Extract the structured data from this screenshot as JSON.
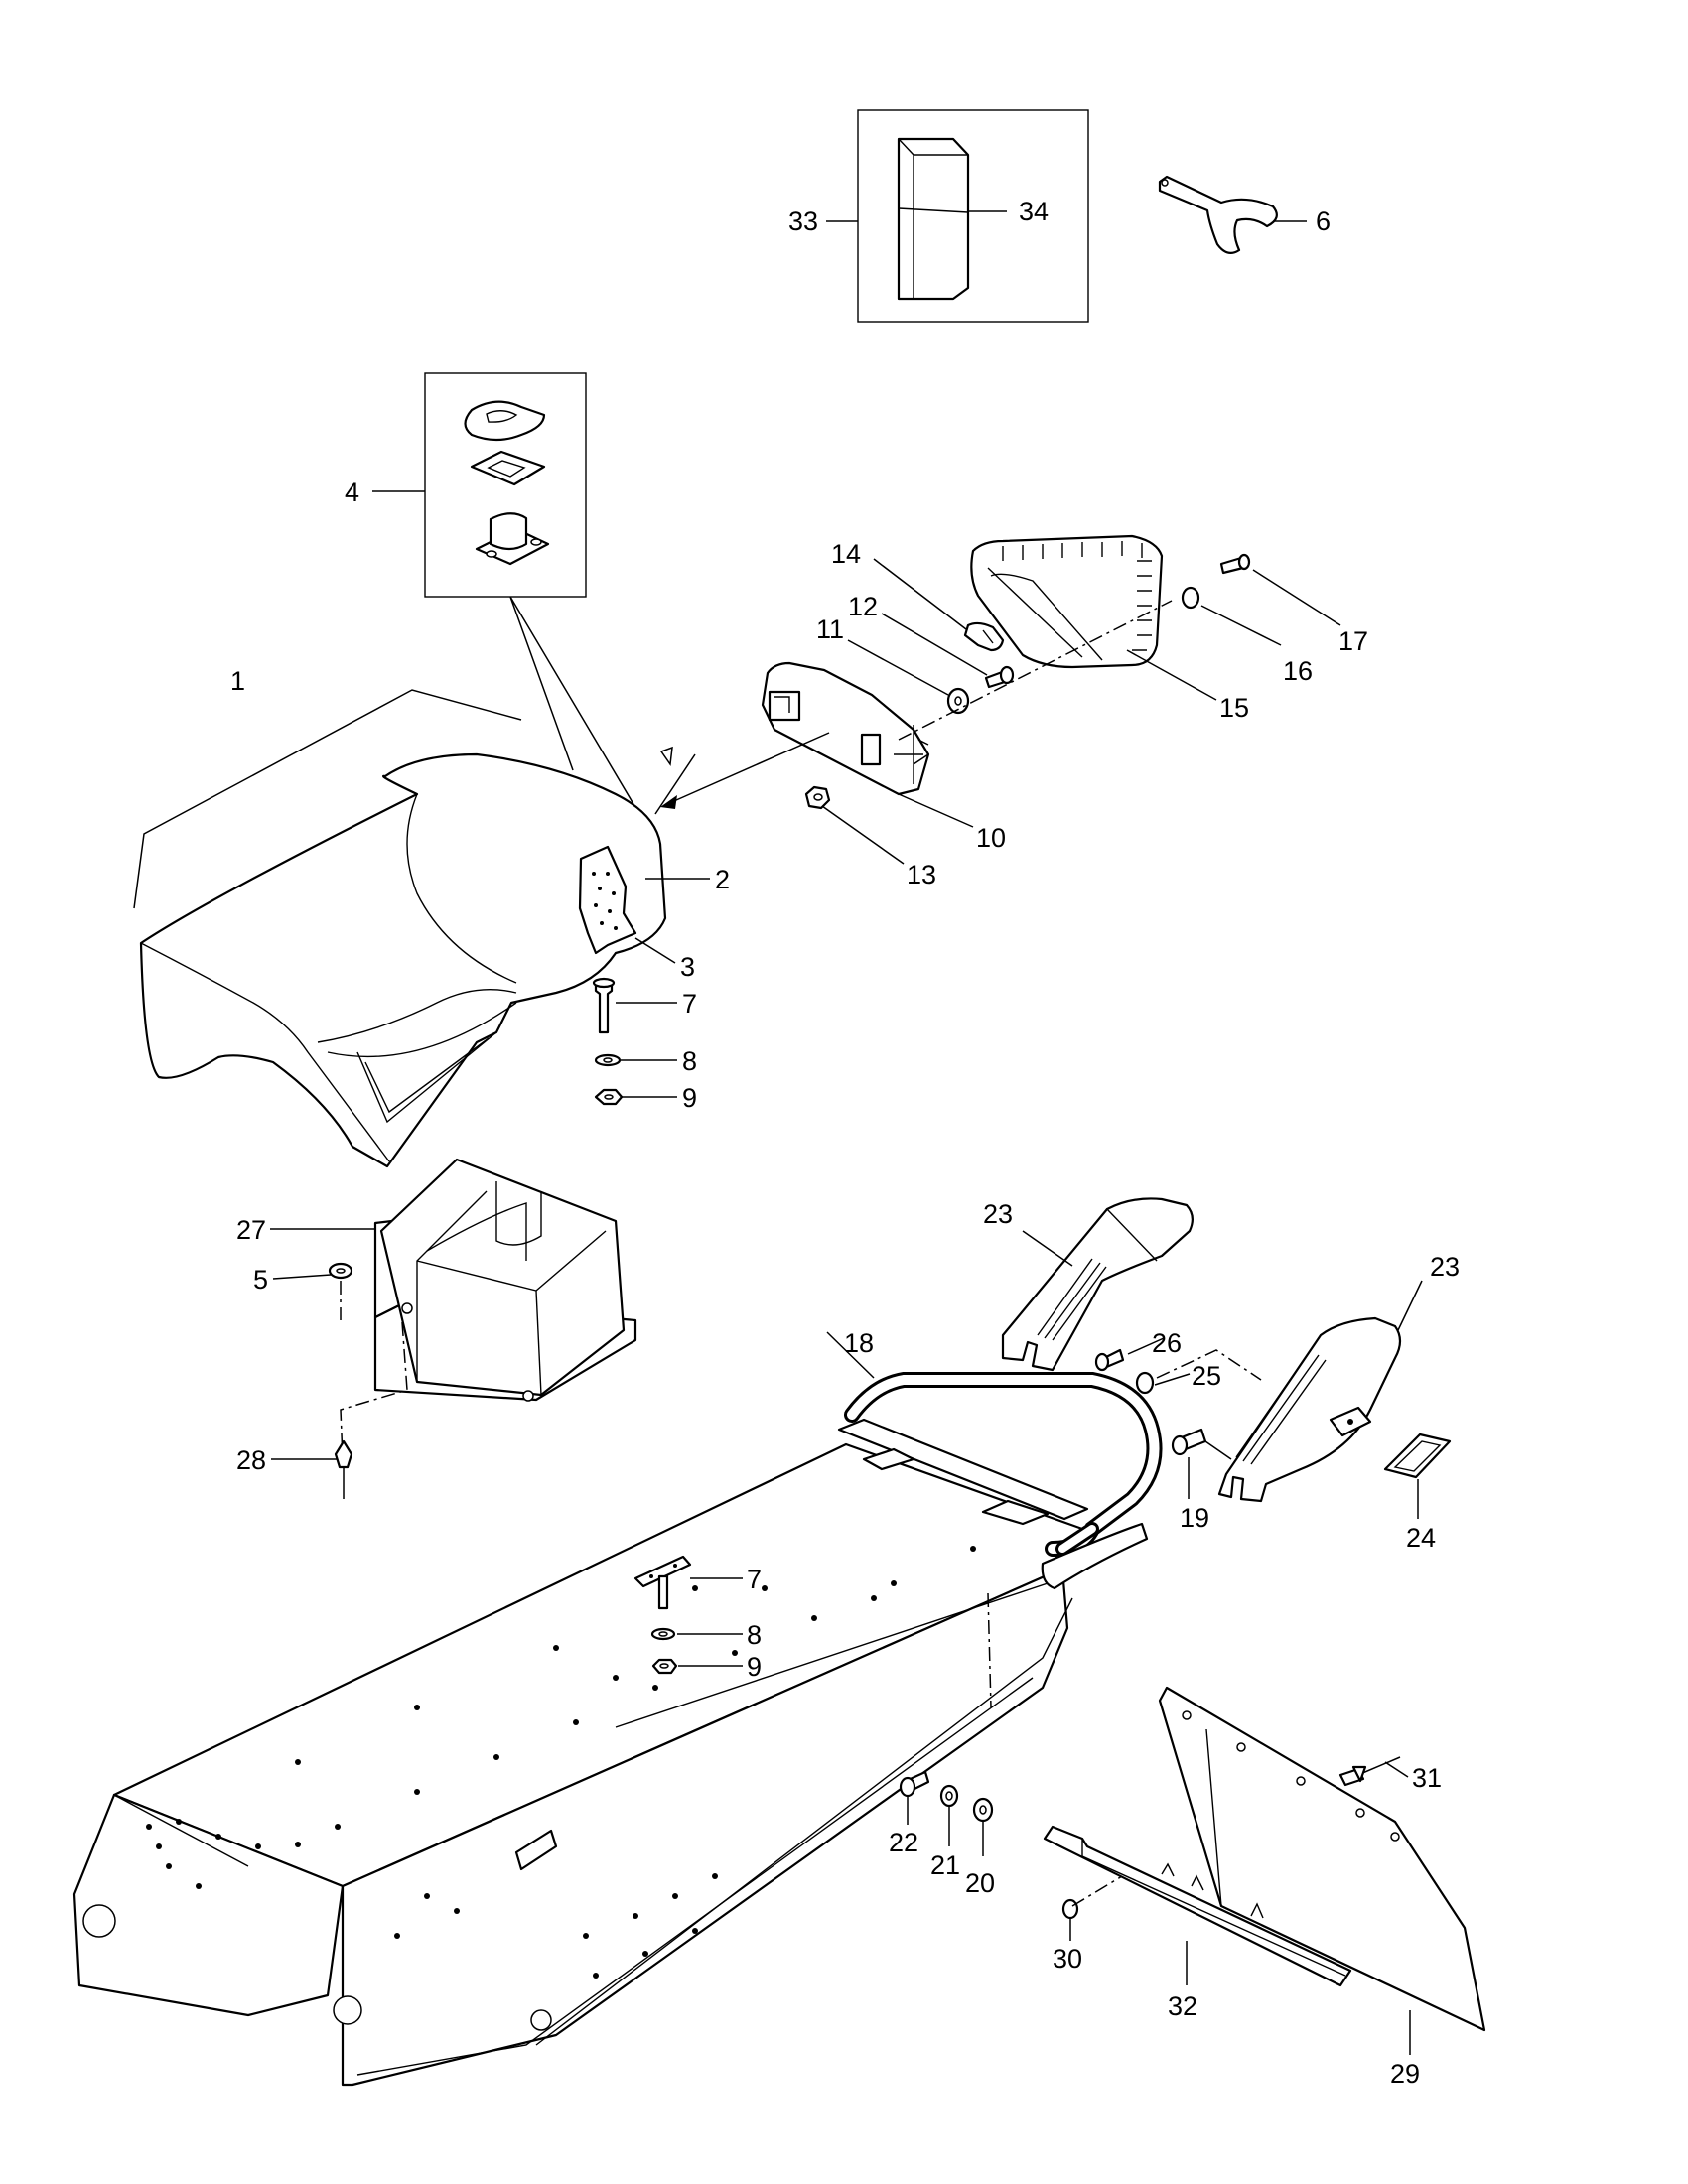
{
  "callouts": {
    "c1": "1",
    "c2": "2",
    "c3": "3",
    "c4": "4",
    "c5": "5",
    "c6": "6",
    "c7a": "7",
    "c7b": "7",
    "c8a": "8",
    "c8b": "8",
    "c9a": "9",
    "c9b": "9",
    "c10": "10",
    "c11": "11",
    "c12": "12",
    "c13": "13",
    "c14": "14",
    "c15": "15",
    "c16": "16",
    "c17": "17",
    "c18": "18",
    "c19": "19",
    "c20": "20",
    "c21": "21",
    "c22": "22",
    "c23a": "23",
    "c23b": "23",
    "c24": "24",
    "c25": "25",
    "c26": "26",
    "c27": "27",
    "c28": "28",
    "c29": "29",
    "c30": "30",
    "c31": "31",
    "c32": "32",
    "c33": "33",
    "c34": "34"
  }
}
